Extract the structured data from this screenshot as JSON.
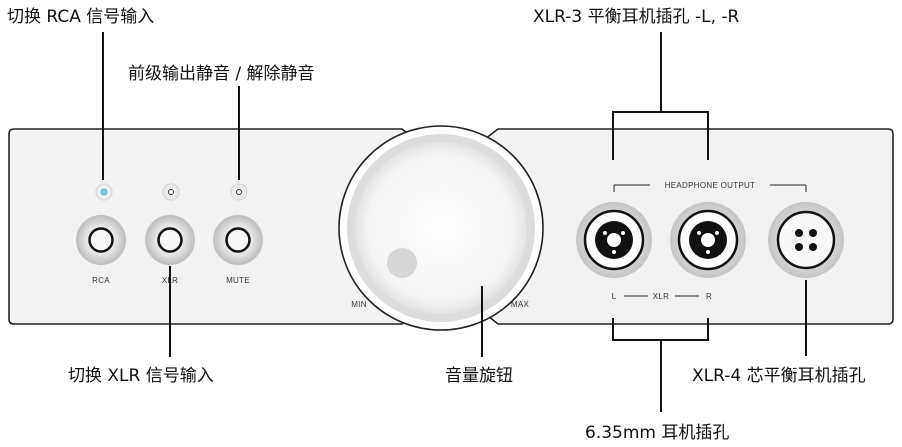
{
  "callouts": {
    "rca_switch": "切换 RCA 信号输入",
    "mute": "前级输出静音 / 解除静音",
    "xlr3": "XLR-3 平衡耳机插孔 -L, -R",
    "xlr_switch": "切换 XLR 信号输入",
    "volume": "音量旋钮",
    "xlr4": "XLR-4 芯平衡耳机插孔",
    "jack": "6.35mm 耳机插孔"
  },
  "panel": {
    "buttons": [
      "RCA",
      "XLR",
      "MUTE"
    ],
    "volume_min": "MIN",
    "volume_max": "MAX",
    "headphone_output": "HEADPHONE OUTPUT",
    "xlr_left": "L",
    "xlr_mid": "XLR",
    "xlr_right": "R"
  },
  "colors": {
    "panel": "#f2f2f2",
    "panel_border": "#222222",
    "active_led": "#7fd0f0",
    "callout_line": "#111111"
  }
}
